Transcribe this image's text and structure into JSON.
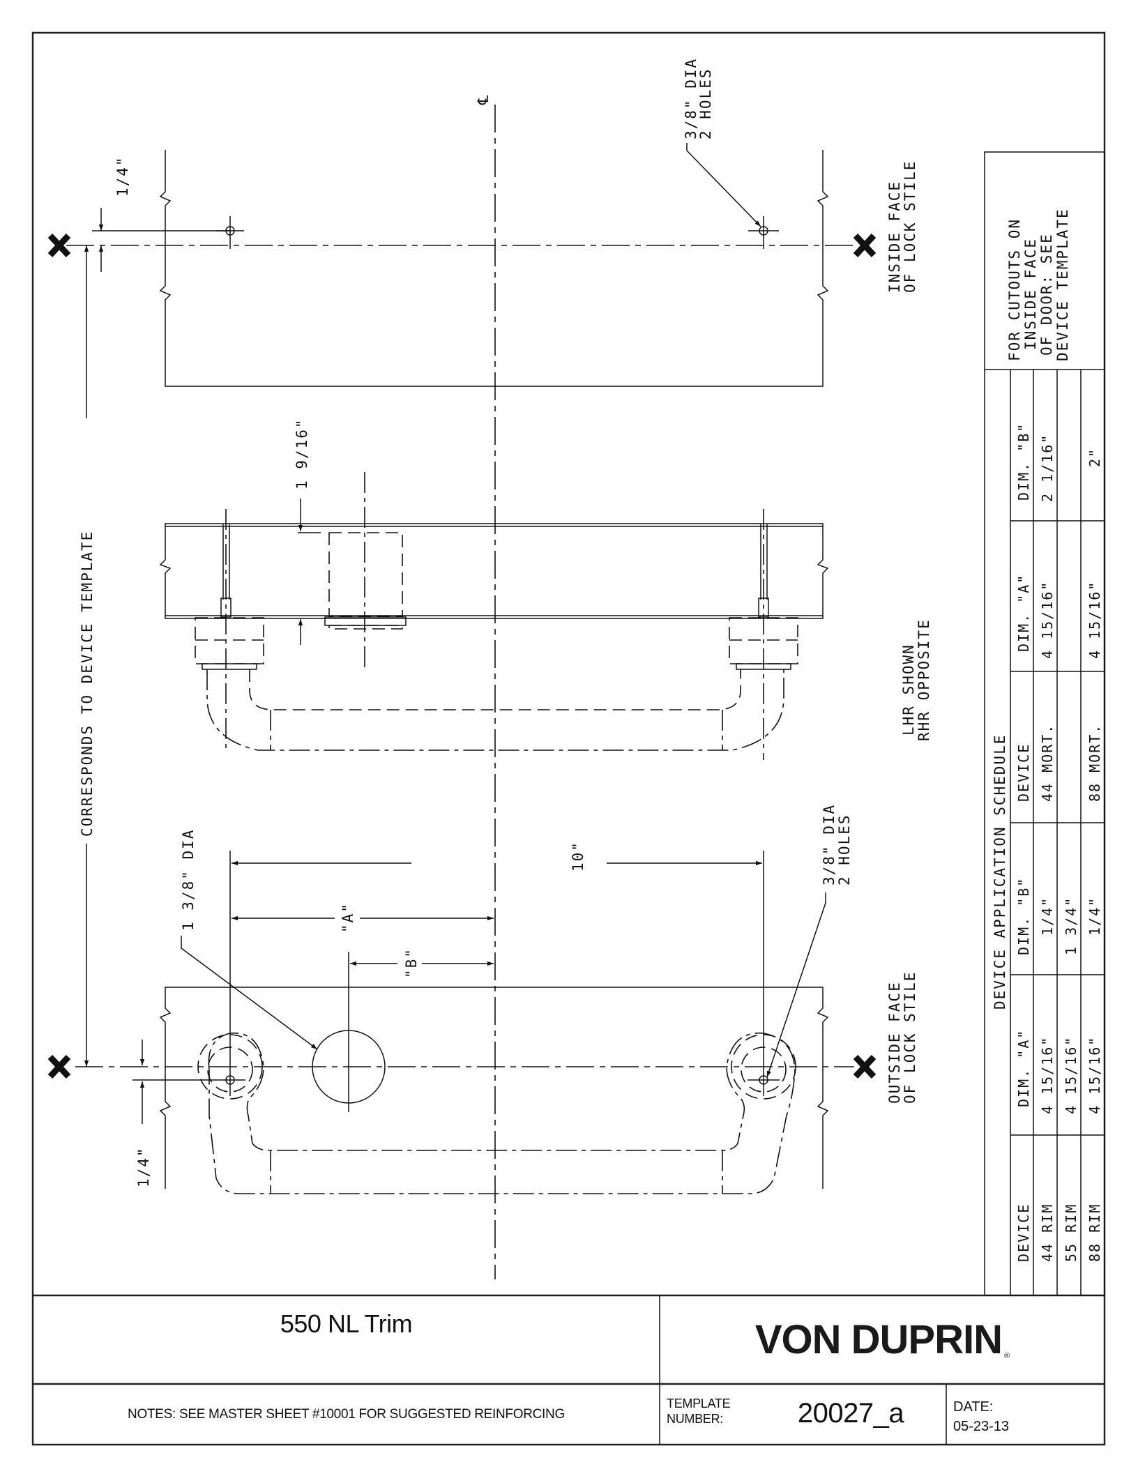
{
  "drawing": {
    "centerline_symbol": "℄",
    "top_view": {
      "hole_callout_line1": "3/8\" DIA",
      "hole_callout_line2": "2 HOLES",
      "offset_dim": "1/4\"",
      "face_label_line1": "INSIDE FACE",
      "face_label_line2": "OF LOCK STILE",
      "x_marker": "X"
    },
    "side_view": {
      "thickness_dim": "1 9/16\"",
      "hand_label_line1": "LHR SHOWN",
      "hand_label_line2": "RHR OPPOSITE"
    },
    "bottom_view": {
      "cylinder_callout": "1 3/8\" DIA",
      "hole_callout_line1": "3/8\" DIA",
      "hole_callout_line2": "2 HOLES",
      "center_to_center_dim": "10\"",
      "dim_a": "\"A\"",
      "dim_b": "\"B\"",
      "offset_dim": "1/4\"",
      "face_label_line1": "OUTSIDE FACE",
      "face_label_line2": "OF LOCK STILE",
      "x_marker": "X"
    },
    "reference_dim": "CORRESPONDS TO DEVICE TEMPLATE"
  },
  "schedule": {
    "note_lines": [
      "FOR CUTOUTS ON",
      "INSIDE FACE",
      "OF DOOR: SEE",
      "DEVICE TEMPLATE"
    ],
    "title": "DEVICE APPLICATION SCHEDULE",
    "left_table": {
      "headers": [
        "DEVICE",
        "DIM. \"A\"",
        "DIM. \"B\""
      ],
      "rows": [
        [
          "44 RIM",
          "4 15/16\"",
          "1/4\""
        ],
        [
          "55 RIM",
          "4 15/16\"",
          "1 3/4\""
        ],
        [
          "88 RIM",
          "4 15/16\"",
          "1/4\""
        ]
      ]
    },
    "right_table": {
      "headers": [
        "DEVICE",
        "DIM. \"A\"",
        "DIM. \"B\""
      ],
      "rows": [
        [
          "44 MORT.",
          "4 15/16\"",
          "2 1/16\""
        ],
        [
          "",
          "",
          ""
        ],
        [
          "88 MORT.",
          "4 15/16\"",
          "2\""
        ]
      ]
    }
  },
  "title_block": {
    "product": "550 NL Trim",
    "brand": "VON DUPRIN",
    "brand_mark": "®",
    "notes": "NOTES: SEE MASTER SHEET #10001 FOR SUGGESTED REINFORCING",
    "template_label_line1": "TEMPLATE",
    "template_label_line2": "NUMBER:",
    "template_number": "20027_a",
    "date_label": "DATE:",
    "date_value": "05-23-13"
  }
}
